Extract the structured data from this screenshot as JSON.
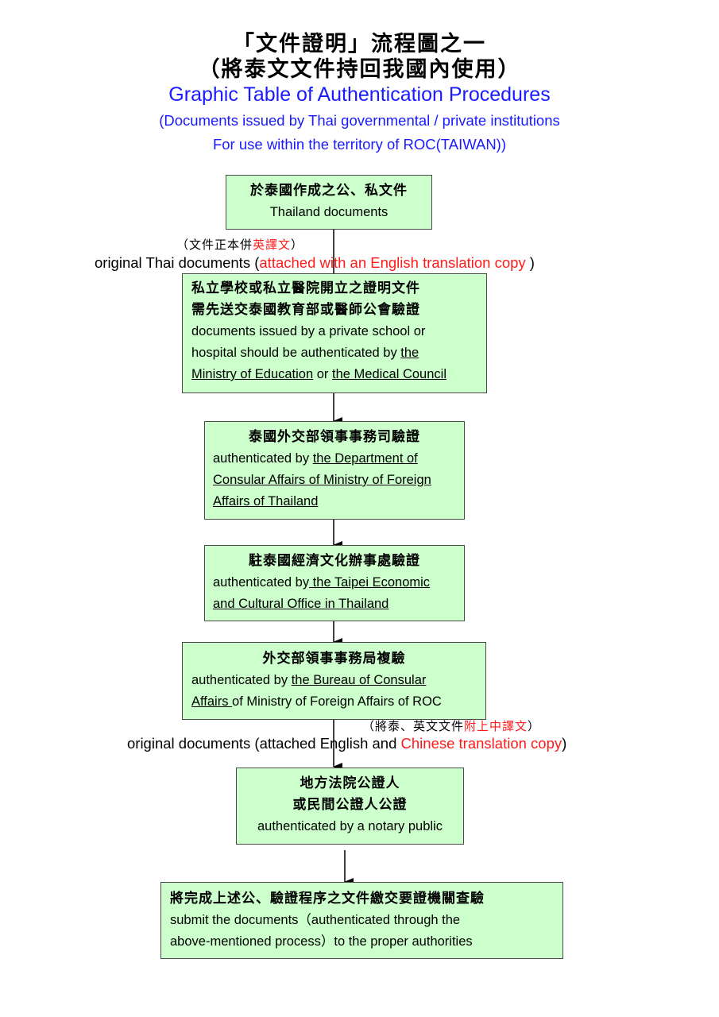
{
  "header": {
    "title_zh_line1": "「文件證明」流程圖之一",
    "title_zh_line2": "（將泰文文件持回我國內使用）",
    "title_en": "Graphic Table of Authentication Procedures",
    "subtitle_en_line1": "(Documents issued by Thai governmental / private institutions",
    "subtitle_en_line2": "For use within the territory of ROC(TAIWAN))"
  },
  "colors": {
    "box_fill": "#ccffcc",
    "box_border": "#4a4a4a",
    "title_blue": "#1a1aff",
    "highlight_red": "#ff1a1a"
  },
  "steps": [
    {
      "zh": "於泰國作成之公、私文件",
      "en": "Thailand documents"
    },
    {
      "zh_line1": "私立學校或私立醫院開立之證明文件",
      "zh_line2": "需先送交泰國教育部或醫師公會驗證",
      "en_plain1": "documents issued by a private school or",
      "en_plain2": "hospital should be authenticated by ",
      "en_u1": "the ",
      "en_u2": "Ministry of Education",
      "en_or": " or ",
      "en_u3": "the Medical Council"
    },
    {
      "zh": "泰國外交部領事事務司驗證",
      "en_plain": "authenticated by ",
      "en_u1": "the Department of ",
      "en_u2": "Consular Affairs of Ministry of Foreign",
      "en_u3": "Affairs of Thailand"
    },
    {
      "zh": "駐泰國經濟文化辦事處驗證",
      "en_plain": "authenticated by",
      "en_u1": " the Taipei Economic",
      "en_u2": "and Cultural Office in Thailand"
    },
    {
      "zh": "外交部領事事務局複驗",
      "en_plain": "authenticated by ",
      "en_u1": "the Bureau of Consular ",
      "en_u2": "Affairs ",
      "en_rest": "of Ministry of Foreign Affairs of ROC"
    },
    {
      "zh_line1": "地方法院公證人",
      "zh_line2": "或民間公證人公證",
      "en": "authenticated by a notary public"
    },
    {
      "zh": "將完成上述公、驗證程序之文件繳交要證機關查驗",
      "en_line1": "submit the documents（authenticated through the",
      "en_line2": "above-mentioned process）to the proper authorities"
    }
  ],
  "annotations": {
    "note1_zh_black": "（文件正本併",
    "note1_zh_red": "英譯文",
    "note1_zh_close": "）",
    "note1_en_black": "original Thai documents (",
    "note1_en_red": "attached with an English translation copy",
    "note1_en_close": " )",
    "note2_zh_black": "（將泰、英文文件",
    "note2_zh_red": "附上中譯文",
    "note2_zh_close": "）",
    "note2_en_black": "original documents (attached English and ",
    "note2_en_red": "Chinese translation copy",
    "note2_en_close": ")"
  }
}
